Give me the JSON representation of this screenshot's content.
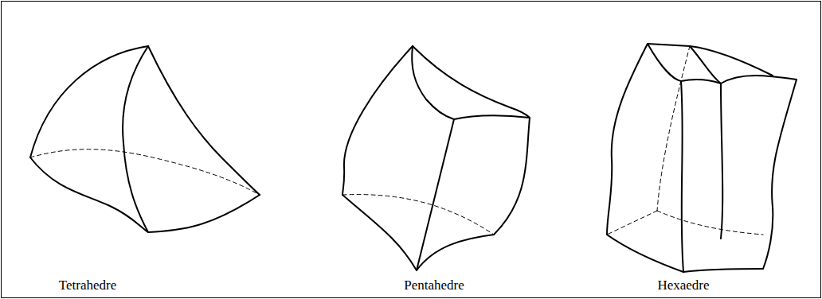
{
  "diagram": {
    "labels": [
      "Tetrahedre",
      "Pentahedre",
      "Hexaedre"
    ]
  }
}
